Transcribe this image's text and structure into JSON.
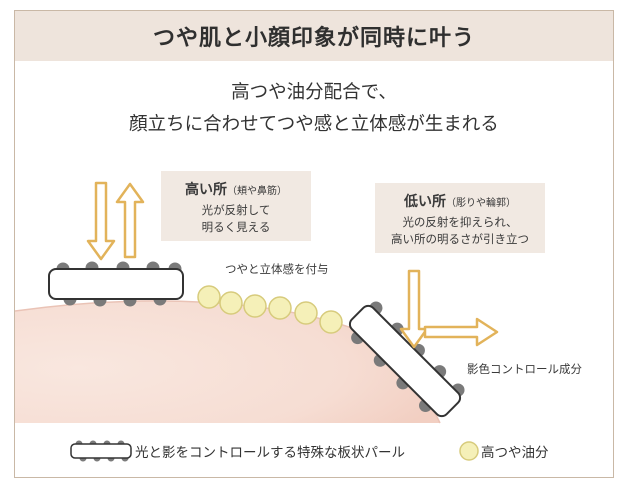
{
  "header": {
    "title": "つや肌と小顔印象が同時に叶う"
  },
  "subtitle": {
    "line1": "高つや油分配合で、",
    "line2": "顔立ちに合わせてつや感と立体感が生まれる"
  },
  "high_area": {
    "title": "高い所",
    "title_note": "（頬や鼻筋）",
    "line1": "光が反射して",
    "line2": "明るく見える"
  },
  "low_area": {
    "title": "低い所",
    "title_note": "（彫りや輪郭）",
    "line1": "光の反射を抑えられ、",
    "line2": "高い所の明るさが引き立つ"
  },
  "labels": {
    "oil_effect": "つやと立体感を付与",
    "pearl_effect": "影色コントロール成分"
  },
  "legend": {
    "pearl": "光と影をコントロールする特殊な板状パール",
    "oil": "高つや油分"
  },
  "colors": {
    "header_bg": "#eee4dc",
    "callout_bg": "#f1e9e2",
    "skin": "#f6ddd3",
    "arrow": "#e2b35a",
    "oil_bead": "#f5f0b8",
    "pearl_dot": "#7a7a7a"
  }
}
